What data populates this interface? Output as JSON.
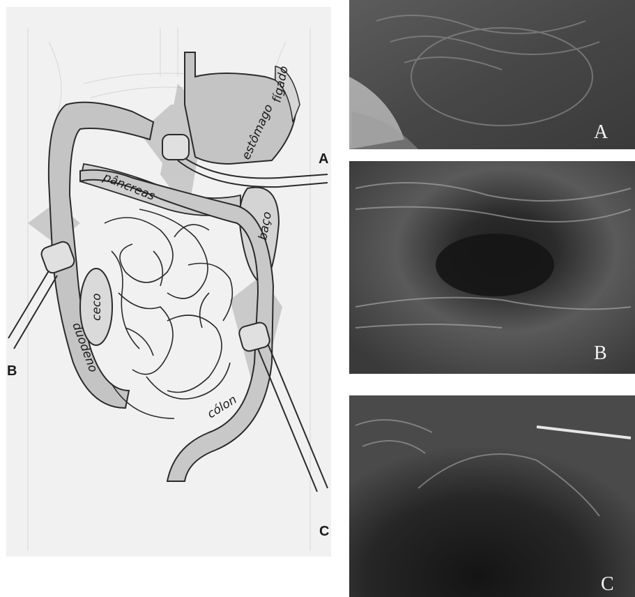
{
  "diagram": {
    "organ_labels": {
      "figado": "fígado",
      "estomago": "estômago",
      "pancreas": "pâncreas",
      "baco": "baço",
      "ceco": "ceco",
      "duodeno": "duodeno",
      "colon": "cólon"
    },
    "probe_labels": {
      "a": "A",
      "b": "B",
      "c": "C"
    }
  },
  "ultrasound_panels": [
    {
      "label": "A"
    },
    {
      "label": "B"
    },
    {
      "label": "C"
    }
  ],
  "colors": {
    "organ_fill": "#c4c4c4",
    "organ_fill_light": "#dadada",
    "outline": "#2a2a2a",
    "ultrasound_bg": "#3a3a3a"
  }
}
